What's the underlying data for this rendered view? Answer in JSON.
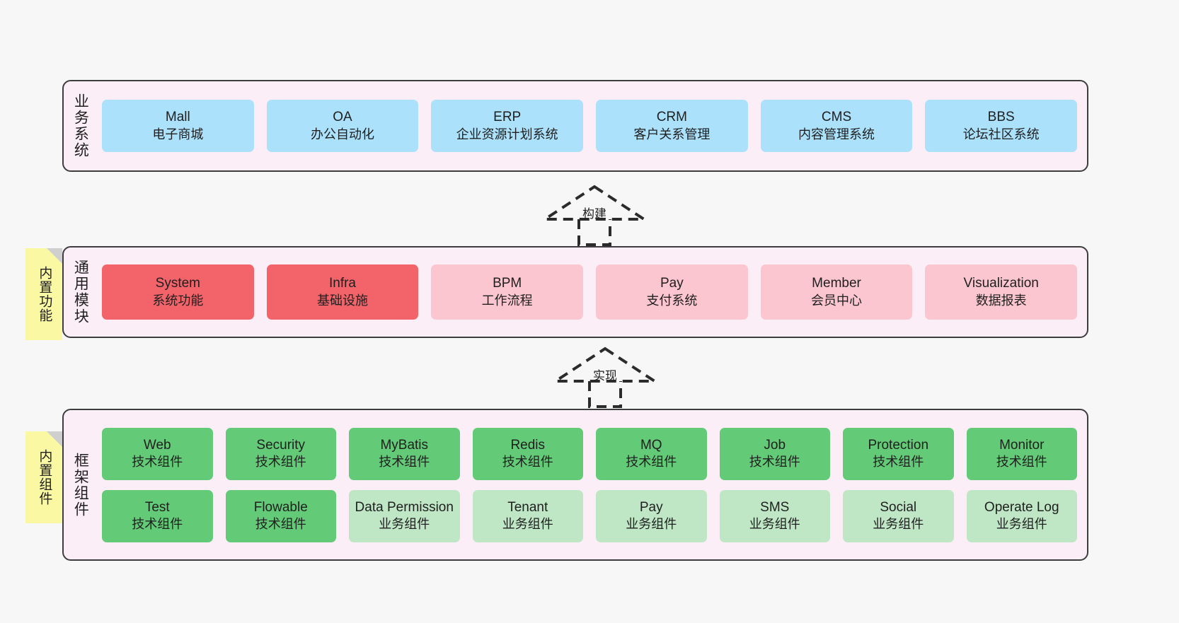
{
  "diagram": {
    "background_color": "#f7f7f7",
    "layers": [
      {
        "id": "business",
        "title": "业务系统",
        "fill": "#fbeef6",
        "rows": [
          {
            "cards": [
              {
                "name": "Mall",
                "sub": "电子商城",
                "color": "#ace1fb",
                "variant": "c-blue"
              },
              {
                "name": "OA",
                "sub": "办公自动化",
                "color": "#ace1fb",
                "variant": "c-blue"
              },
              {
                "name": "ERP",
                "sub": "企业资源计划系统",
                "color": "#ace1fb",
                "variant": "c-blue"
              },
              {
                "name": "CRM",
                "sub": "客户关系管理",
                "color": "#ace1fb",
                "variant": "c-blue"
              },
              {
                "name": "CMS",
                "sub": "内容管理系统",
                "color": "#ace1fb",
                "variant": "c-blue"
              },
              {
                "name": "BBS",
                "sub": "论坛社区系统",
                "color": "#ace1fb",
                "variant": "c-blue"
              }
            ]
          }
        ]
      },
      {
        "id": "common",
        "title": "通用模块",
        "fill": "#fbeef6",
        "note": "内置功能",
        "rows": [
          {
            "cards": [
              {
                "name": "System",
                "sub": "系统功能",
                "color": "#f2636a",
                "variant": "c-red"
              },
              {
                "name": "Infra",
                "sub": "基础设施",
                "color": "#f2636a",
                "variant": "c-red"
              },
              {
                "name": "BPM",
                "sub": "工作流程",
                "color": "#fbc6cf",
                "variant": "c-pink"
              },
              {
                "name": "Pay",
                "sub": "支付系统",
                "color": "#fbc6cf",
                "variant": "c-pink"
              },
              {
                "name": "Member",
                "sub": "会员中心",
                "color": "#fbc6cf",
                "variant": "c-pink"
              },
              {
                "name": "Visualization",
                "sub": "数据报表",
                "color": "#fbc6cf",
                "variant": "c-pink"
              }
            ]
          }
        ]
      },
      {
        "id": "framework",
        "title": "框架组件",
        "fill": "#fbeef6",
        "note": "内置组件",
        "rows": [
          {
            "cards": [
              {
                "name": "Web",
                "sub": "技术组件",
                "color": "#63ca77",
                "variant": "c-green"
              },
              {
                "name": "Security",
                "sub": "技术组件",
                "color": "#63ca77",
                "variant": "c-green"
              },
              {
                "name": "MyBatis",
                "sub": "技术组件",
                "color": "#63ca77",
                "variant": "c-green"
              },
              {
                "name": "Redis",
                "sub": "技术组件",
                "color": "#63ca77",
                "variant": "c-green"
              },
              {
                "name": "MQ",
                "sub": "技术组件",
                "color": "#63ca77",
                "variant": "c-green"
              },
              {
                "name": "Job",
                "sub": "技术组件",
                "color": "#63ca77",
                "variant": "c-green"
              },
              {
                "name": "Protection",
                "sub": "技术组件",
                "color": "#63ca77",
                "variant": "c-green"
              },
              {
                "name": "Monitor",
                "sub": "技术组件",
                "color": "#63ca77",
                "variant": "c-green"
              }
            ]
          },
          {
            "cards": [
              {
                "name": "Test",
                "sub": "技术组件",
                "color": "#63ca77",
                "variant": "c-green"
              },
              {
                "name": "Flowable",
                "sub": "技术组件",
                "color": "#63ca77",
                "variant": "c-green"
              },
              {
                "name": "Data Permission",
                "sub": "业务组件",
                "color": "#bfe7c6",
                "variant": "c-green-light"
              },
              {
                "name": "Tenant",
                "sub": "业务组件",
                "color": "#bfe7c6",
                "variant": "c-green-light"
              },
              {
                "name": "Pay",
                "sub": "业务组件",
                "color": "#bfe7c6",
                "variant": "c-green-light"
              },
              {
                "name": "SMS",
                "sub": "业务组件",
                "color": "#bfe7c6",
                "variant": "c-green-light"
              },
              {
                "name": "Social",
                "sub": "业务组件",
                "color": "#bfe7c6",
                "variant": "c-green-light"
              },
              {
                "name": "Operate Log",
                "sub": "业务组件",
                "color": "#bfe7c6",
                "variant": "c-green-light"
              }
            ]
          }
        ]
      }
    ],
    "connectors": [
      {
        "id": "build",
        "label": "构建",
        "style": "dashed-generalization",
        "direction": "up",
        "from": "通用模块",
        "to": "业务系统"
      },
      {
        "id": "impl",
        "label": "实现",
        "style": "dashed-generalization",
        "direction": "up",
        "from": "框架组件",
        "to": "通用模块"
      }
    ]
  }
}
